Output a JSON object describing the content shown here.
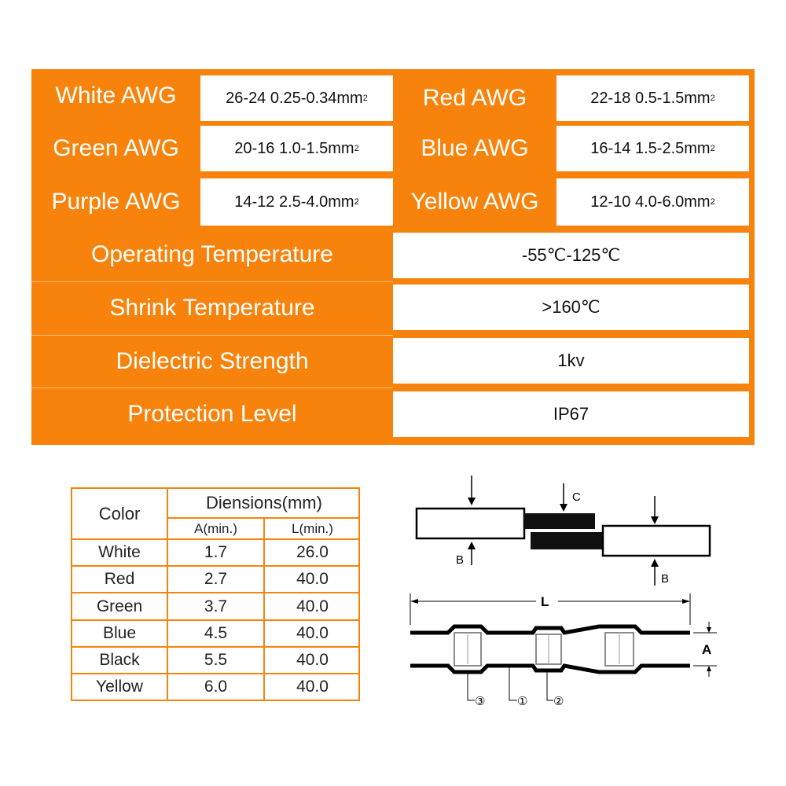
{
  "specs": {
    "awg": [
      {
        "label": "White AWG",
        "value": "26-24 0.25-0.34mm",
        "sup": "2"
      },
      {
        "label": "Red AWG",
        "value": "22-18 0.5-1.5mm",
        "sup": "2"
      },
      {
        "label": "Green AWG",
        "value": "20-16 1.0-1.5mm",
        "sup": "2"
      },
      {
        "label": "Blue AWG",
        "value": "16-14 1.5-2.5mm",
        "sup": "2"
      },
      {
        "label": "Purple AWG",
        "value": "14-12 2.5-4.0mm",
        "sup": "2"
      },
      {
        "label": "Yellow AWG",
        "value": "12-10 4.0-6.0mm",
        "sup": "2"
      }
    ],
    "properties": [
      {
        "label": "Operating Temperature",
        "value": "-55℃-125℃"
      },
      {
        "label": "Shrink Temperature",
        "value": ">160℃"
      },
      {
        "label": "Dielectric Strength",
        "value": "1kv"
      },
      {
        "label": "Protection Level",
        "value": "IP67"
      }
    ]
  },
  "dimensions_table": {
    "header_color": "Color",
    "header_group": "Diensions(mm)",
    "header_a": "A(min.)",
    "header_l": "L(min.)",
    "rows": [
      {
        "color": "White",
        "a": "1.7",
        "l": "26.0"
      },
      {
        "color": "Red",
        "a": "2.7",
        "l": "40.0"
      },
      {
        "color": "Green",
        "a": "3.7",
        "l": "40.0"
      },
      {
        "color": "Blue",
        "a": "4.5",
        "l": "40.0"
      },
      {
        "color": "Black",
        "a": "5.5",
        "l": "40.0"
      },
      {
        "color": "Yellow",
        "a": "6.0",
        "l": "40.0"
      }
    ]
  },
  "diagram": {
    "label_c": "C",
    "label_b_left": "B",
    "label_b_right": "B",
    "label_l": "L",
    "label_a": "A",
    "callout_3": "③",
    "callout_1": "①",
    "callout_2": "②"
  },
  "colors": {
    "accent": "#f7830c",
    "text": "#111111",
    "background": "#ffffff"
  }
}
